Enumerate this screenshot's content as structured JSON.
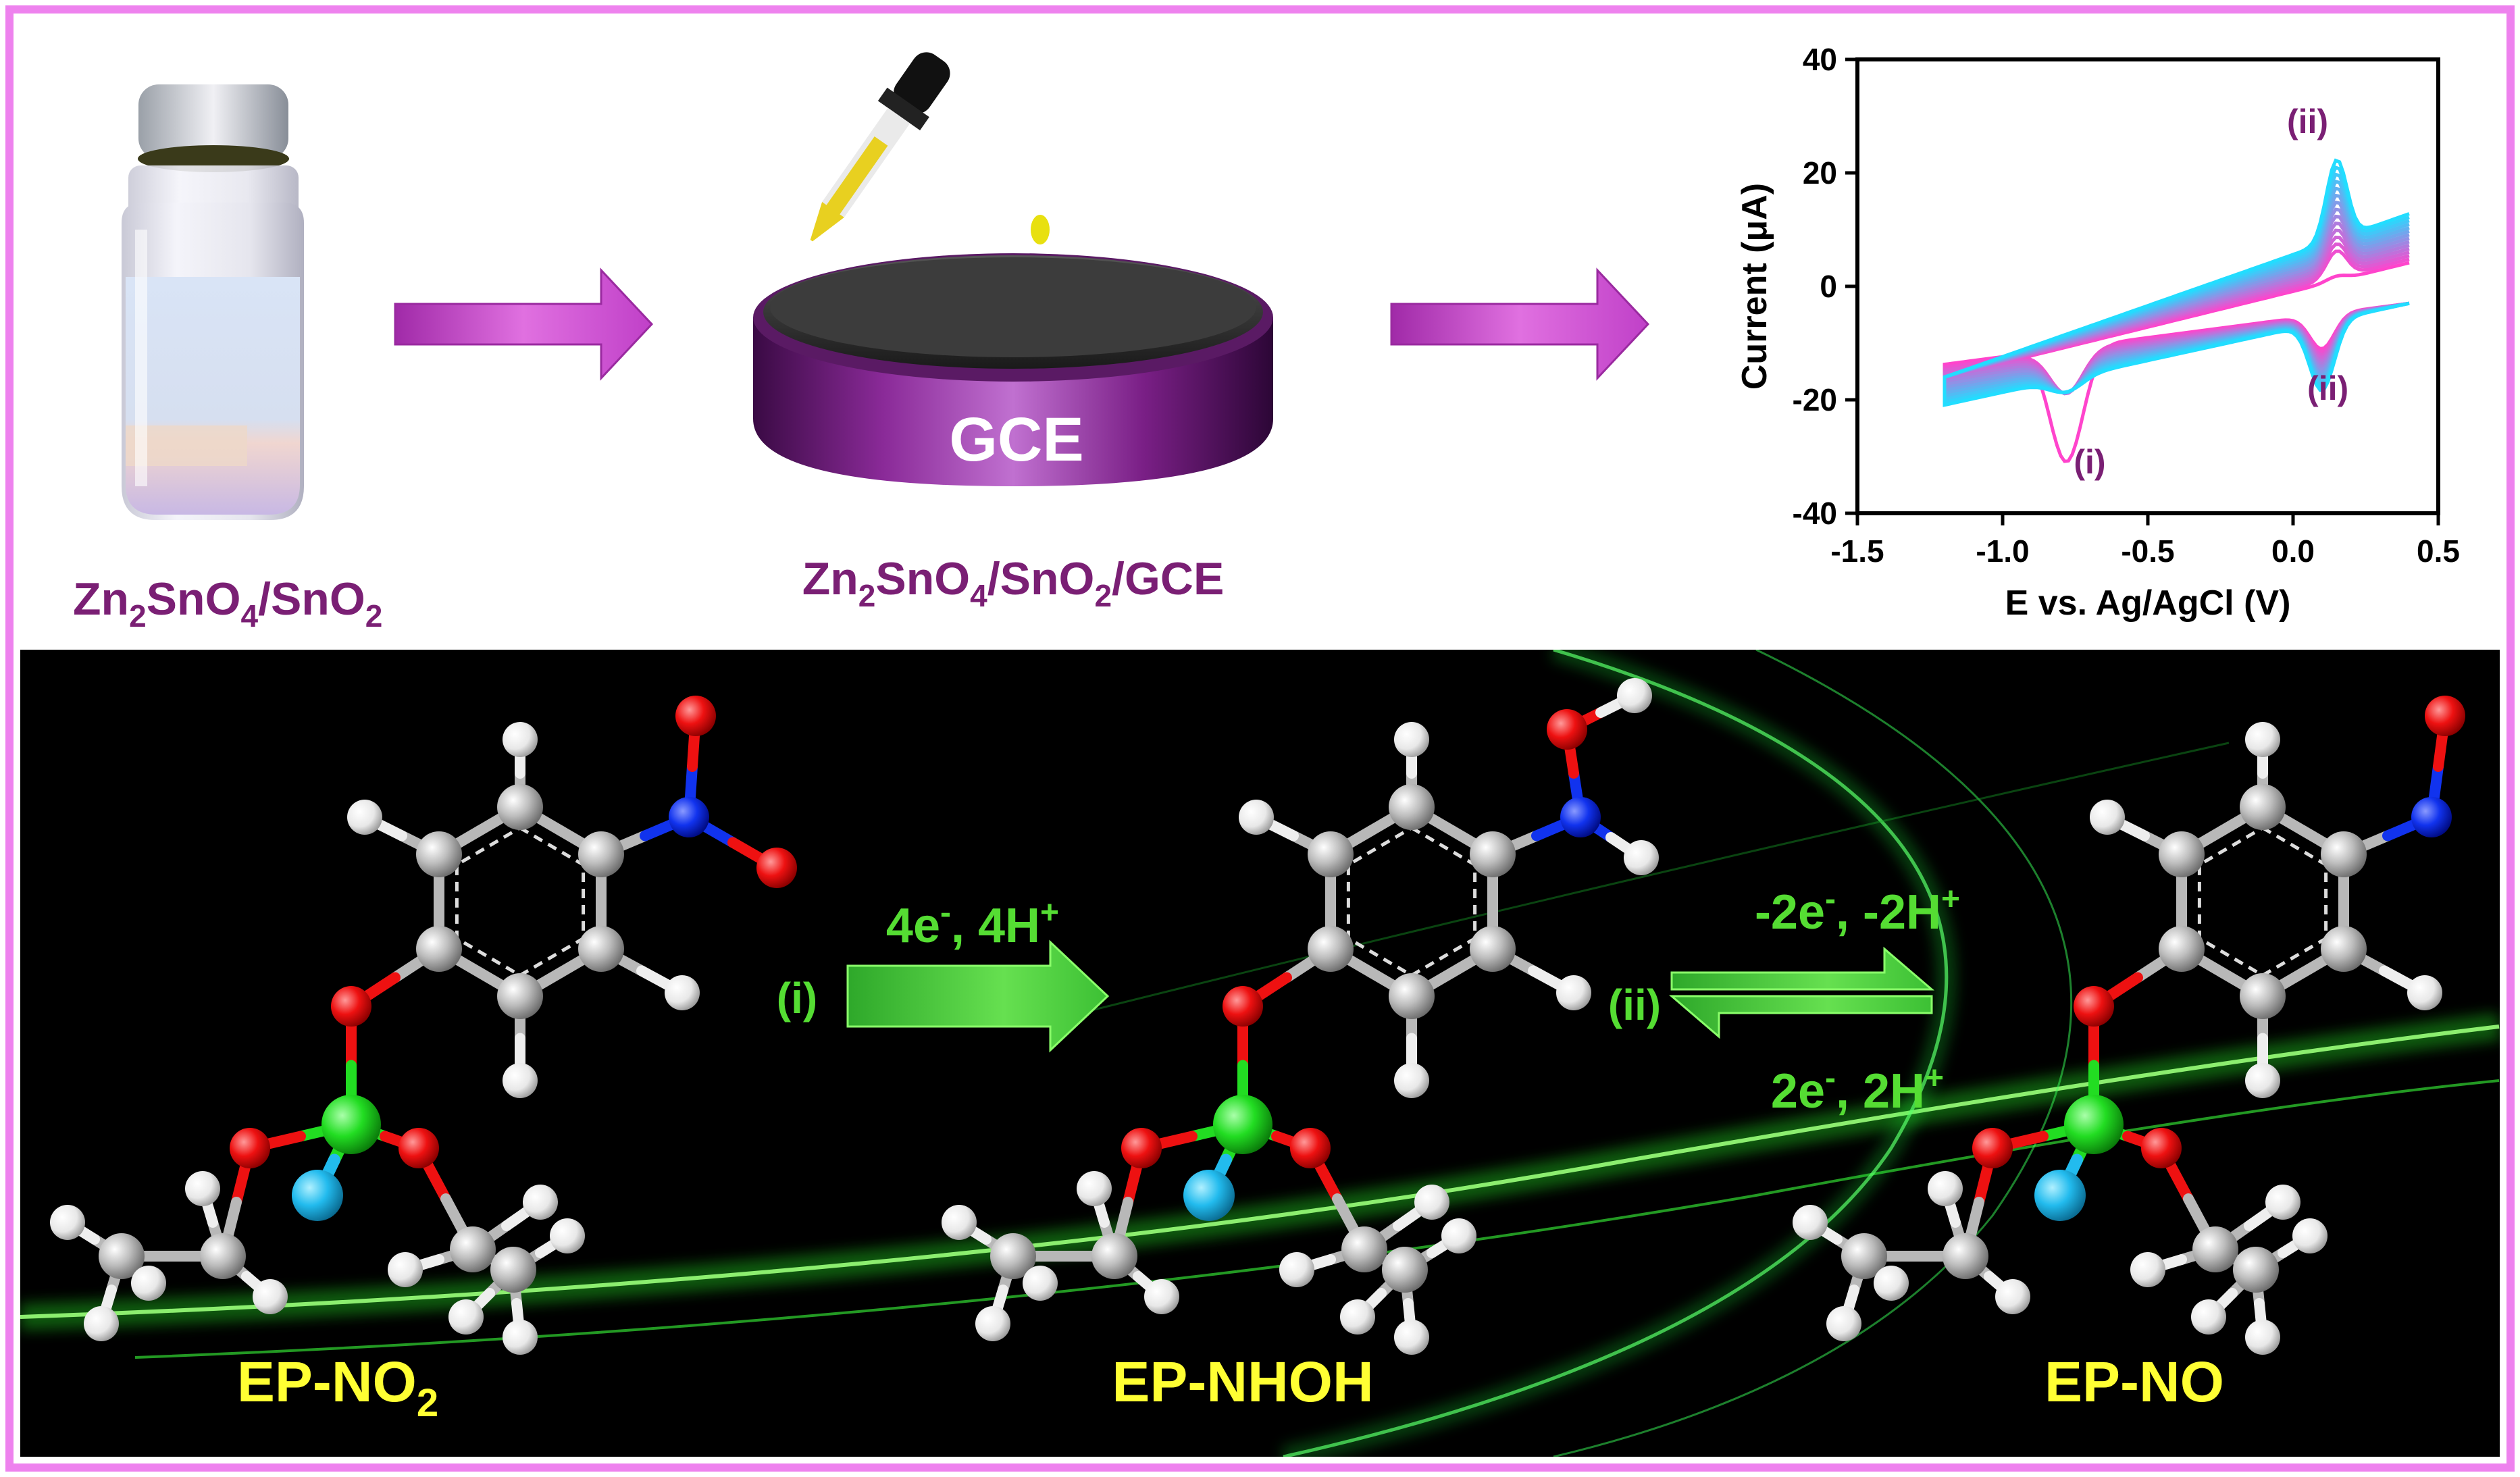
{
  "colors": {
    "frame": "#ee82ee",
    "arrow_purple": "#cc44cc",
    "label_purple": "#7a1f74",
    "gce_purple": "#7b1c83",
    "reaction_green": "#55dd33",
    "product_yellow": "#ffff33",
    "atom_carbon": "#b8b8b8",
    "atom_hydrogen": "#eeeeee",
    "atom_oxygen": "#ee1111",
    "atom_nitrogen": "#1133ee",
    "atom_phosphorus": "#22dd22",
    "atom_sulfur": "#22bbee"
  },
  "top": {
    "vial_label": {
      "prefix": "Zn",
      "sub1": "2",
      "mid": "SnO",
      "sub2": "4",
      "mid2": "/SnO",
      "sub3": "2"
    },
    "electrode_text": "GCE",
    "electrode_label": {
      "prefix": "Zn",
      "sub1": "2",
      "mid": "SnO",
      "sub2": "4",
      "mid2": "/SnO",
      "sub3": "2",
      "suffix": "/GCE"
    }
  },
  "chart_data": {
    "type": "line",
    "xlabel": "E vs. Ag/AgCl (V)",
    "ylabel": "Current (μA)",
    "xlim": [
      -1.5,
      0.5
    ],
    "ylim": [
      -40,
      40
    ],
    "xticks": [
      "-1.5",
      "-1.0",
      "-0.5",
      "0.0",
      "0.5"
    ],
    "yticks": [
      "40",
      "20",
      "0",
      "-20",
      "-40"
    ],
    "annotations": [
      {
        "text": "(ii)",
        "x": 0.05,
        "y": 27
      },
      {
        "text": "(ii)",
        "x": 0.12,
        "y": -20
      },
      {
        "text": "(i)",
        "x": -0.7,
        "y": -33
      }
    ],
    "scan_count": 15,
    "series_color_range": [
      "#ff44cc",
      "#22ddff"
    ]
  },
  "reaction": {
    "step1_label": "(i)",
    "step1_text": {
      "a": "4e",
      "asup": "-",
      "b": ", 4H",
      "bsup": "+"
    },
    "step2_label": "(ii)",
    "step2_forward": {
      "a": "-2e",
      "asup": "-",
      "b": ", -2H",
      "bsup": "+"
    },
    "step2_reverse": {
      "a": "2e",
      "asup": "-",
      "b": ", 2H",
      "bsup": "+"
    },
    "molecules": [
      {
        "label": "EP-NO",
        "label_sub": "2"
      },
      {
        "label": "EP-NHOH",
        "label_sub": ""
      },
      {
        "label": "EP-NO",
        "label_sub": ""
      }
    ]
  }
}
